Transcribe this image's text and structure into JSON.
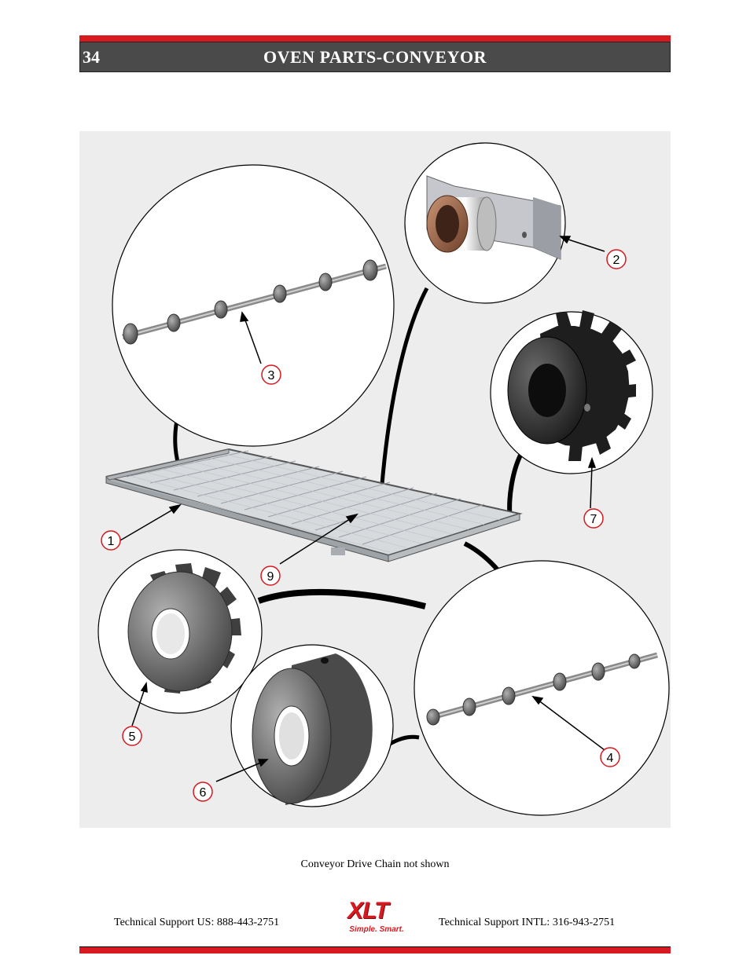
{
  "header": {
    "page_number": "34",
    "title": "OVEN PARTS-CONVEYOR"
  },
  "diagram": {
    "callouts": [
      {
        "number": "1",
        "part": "conveyor-frame"
      },
      {
        "number": "2",
        "part": "bearing-block"
      },
      {
        "number": "3",
        "part": "drive-shaft"
      },
      {
        "number": "4",
        "part": "idler-shaft"
      },
      {
        "number": "5",
        "part": "belt-sprocket"
      },
      {
        "number": "6",
        "part": "shaft-collar"
      },
      {
        "number": "7",
        "part": "drive-sprocket"
      },
      {
        "number": "9",
        "part": "conveyor-belt"
      }
    ]
  },
  "caption": "Conveyor Drive Chain not shown",
  "footer": {
    "support_us": "Technical Support  US:  888-443-2751",
    "support_intl": "Technical Support  INTL:  316-943-2751",
    "logo_text": "XLT",
    "logo_tagline": "Simple. Smart."
  },
  "colors": {
    "accent_red": "#d71920",
    "header_gray": "#4a4a4a"
  }
}
